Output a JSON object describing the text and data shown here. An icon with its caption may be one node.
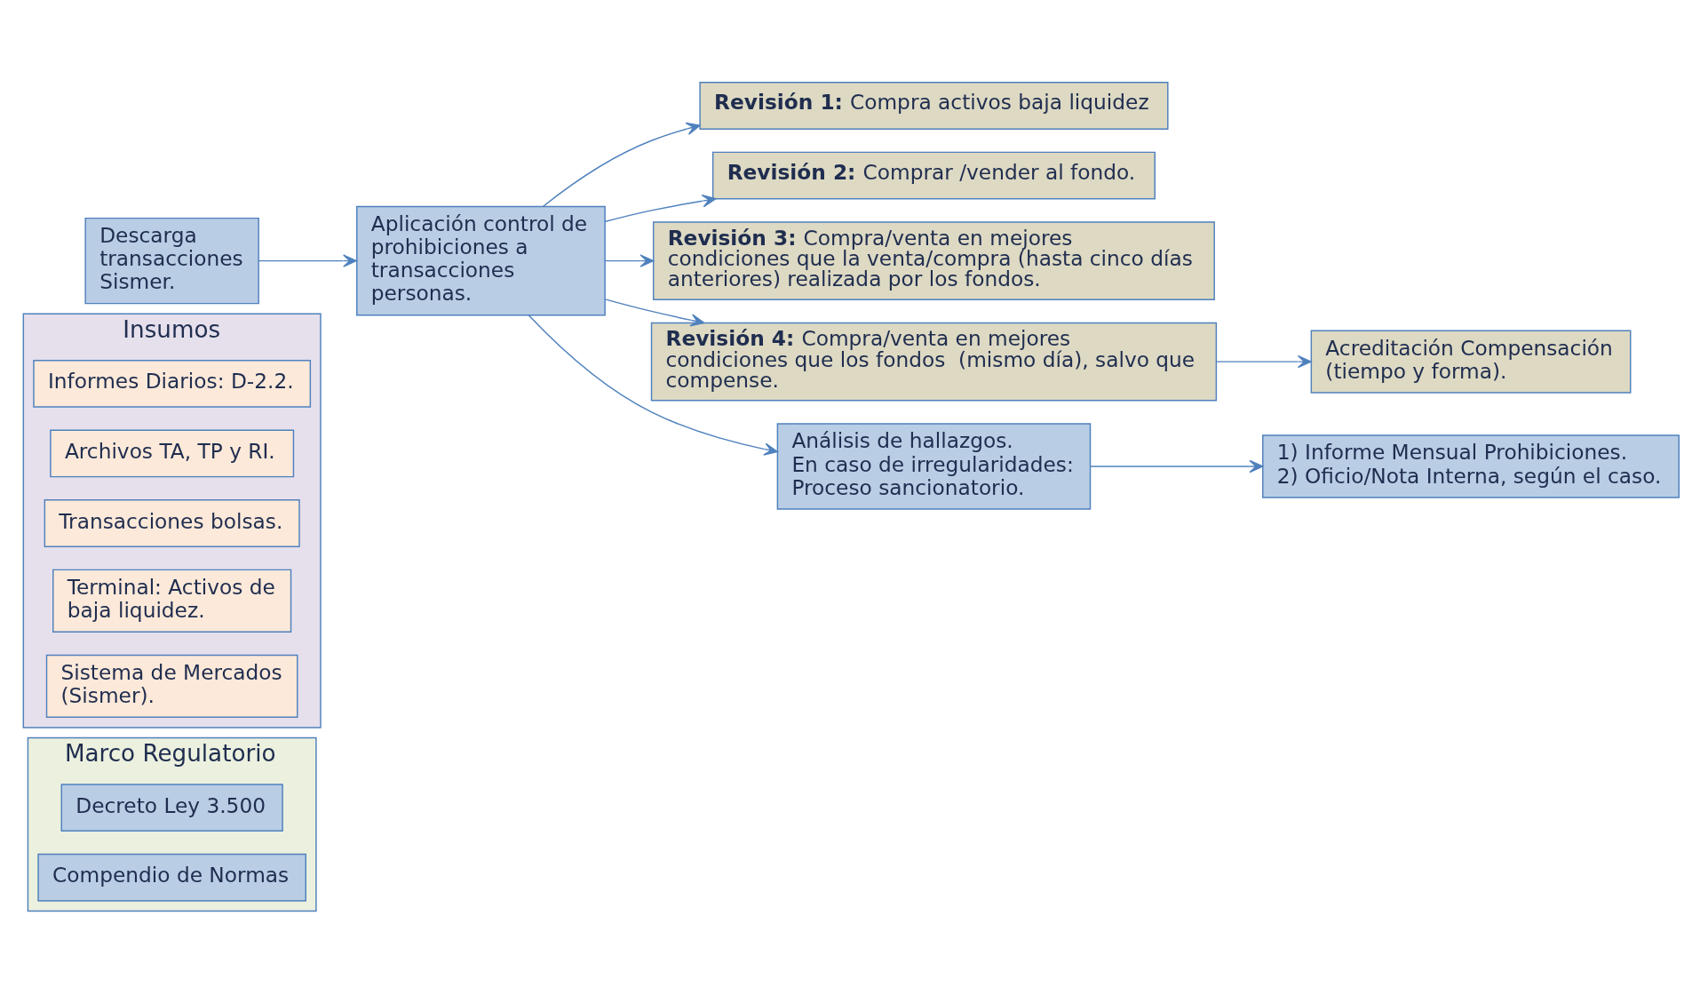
{
  "diagram": {
    "nodes": [
      {
        "text": [
          "Marco Regulatorio"
        ]
      },
      {
        "text": [
          "Decreto Ley 3.500"
        ],
        "in": 0
      },
      {
        "text": [
          "Compendio de Normas"
        ],
        "in": 0
      },
      {
        "text": [
          "Insumos"
        ]
      },
      {
        "text": [
          "Informes Diarios: D-2.2."
        ],
        "in": 3
      },
      {
        "text": [
          "Archivos TA, TP y RI."
        ],
        "in": 3
      },
      {
        "text": [
          "Transacciones bolsas."
        ],
        "in": 3
      },
      {
        "text": [
          "Terminal: Activos de baja liquidez."
        ],
        "in": 3
      },
      {
        "text": [
          "Sistema de Mercados (Sismer)."
        ],
        "in": 3
      },
      {
        "text": [
          "Descarga transacciones Sismer."
        ]
      },
      {
        "text": [
          "Aplicación control de prohibiciones a transacciones personas."
        ]
      },
      {
        "text": [
          "**Revisión 1:** Compra activos baja liquidez"
        ]
      },
      {
        "text": [
          "**Revisión 2:** Comprar /vender al fondo."
        ]
      },
      {
        "text": [
          "**Revisión 3:** Compra/venta en mejores condiciones que la venta/compra (hasta cinco días anteriores) realizada por los fondos."
        ]
      },
      {
        "text": [
          "**Revisión 4:** Compra/venta en mejores condiciones que los fondos  (mismo día), salvo que compense."
        ]
      },
      {
        "text": [
          "Acreditación Compensación (tiempo y forma)."
        ]
      },
      {
        "text": [
          "Análisis de hallazgos.",
          "En caso de irregularidades: Proceso sancionatorio."
        ]
      },
      {
        "text": [
          "1) Informe Mensual Prohibiciones.",
          "2) Oficio/Nota Interna, según el caso."
        ]
      }
    ],
    "edges": [
      {
        "from": 9,
        "to": 10,
        "arrow": "to"
      },
      {
        "from": 10,
        "to": 11,
        "arrow": "to"
      },
      {
        "from": 10,
        "to": 12,
        "arrow": "to"
      },
      {
        "from": 10,
        "to": 13,
        "arrow": "to"
      },
      {
        "from": 10,
        "to": 14,
        "arrow": "to"
      },
      {
        "from": 14,
        "to": 15,
        "arrow": "to"
      },
      {
        "from": 10,
        "to": 16,
        "arrow": "to"
      },
      {
        "from": 16,
        "to": 17,
        "arrow": "to"
      }
    ]
  }
}
